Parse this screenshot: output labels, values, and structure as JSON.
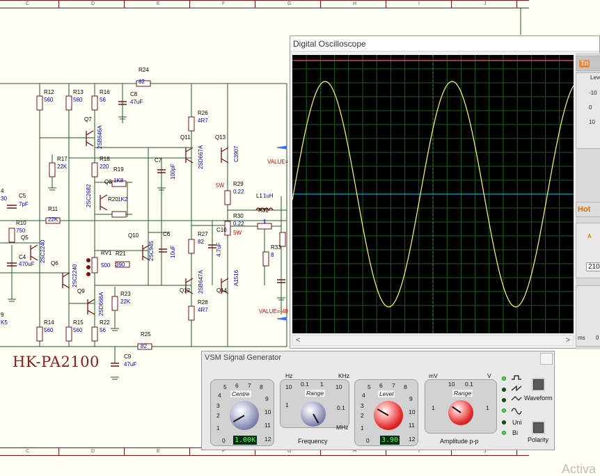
{
  "ruler": {
    "columns": [
      "C",
      "D",
      "E",
      "F",
      "G",
      "H",
      "I",
      "J"
    ]
  },
  "schematic": {
    "brand_label": "HK-PA2100",
    "components": {
      "R12": {
        "ref": "R12",
        "val": "560"
      },
      "R13": {
        "ref": "R13",
        "val": "560"
      },
      "R16": {
        "ref": "R16",
        "val": "56"
      },
      "C8": {
        "ref": "C8",
        "val": "47uF"
      },
      "R24": {
        "ref": "R24",
        "val": "82"
      },
      "Q7": {
        "ref": "Q7",
        "val": "2SB646A"
      },
      "R26": {
        "ref": "R26",
        "val": "4R7"
      },
      "R17": {
        "ref": "R17",
        "val": "22K"
      },
      "R18": {
        "ref": "R18",
        "val": "220"
      },
      "Q11": {
        "ref": "Q11",
        "val": "2SD667A"
      },
      "Q13": {
        "ref": "Q13",
        "val": "C3907"
      },
      "C7": {
        "ref": "C7",
        "val": "100pF"
      },
      "R19": {
        "ref": "R19",
        "val": "1K8"
      },
      "Q8": {
        "ref": "Q8",
        "val": "2SC2682"
      },
      "R29": {
        "ref": "R29",
        "val": "0.22",
        "pw": "5W"
      },
      "R20": {
        "ref": "R20",
        "val": "1K2"
      },
      "L1": {
        "ref": "L1",
        "val": "1uH"
      },
      "C5": {
        "ref": "C5",
        "val": "7pF"
      },
      "R11": {
        "ref": "R11",
        "val": "22K"
      },
      "R31": {
        "ref": "R31",
        "val": "1"
      },
      "R30": {
        "ref": "R30",
        "val": "0.22",
        "pw": "5W"
      },
      "R10": {
        "ref": "R10",
        "val": "750"
      },
      "Q5": {
        "ref": "Q5",
        "val": "2SC2240"
      },
      "C4": {
        "ref": "C4",
        "val": "470uF"
      },
      "Q10": {
        "ref": "Q10",
        "val": "2SC945"
      },
      "C6": {
        "ref": "C6",
        "val": "10uF"
      },
      "R27": {
        "ref": "R27",
        "val": "82"
      },
      "C10": {
        "ref": "C10",
        "val": "4.7uF"
      },
      "R33": {
        "ref": "R33",
        "val": "8"
      },
      "RV1": {
        "ref": "RV1",
        "val": "500"
      },
      "R21": {
        "ref": "R21",
        "val": "390"
      },
      "Q6": {
        "ref": "Q6",
        "val": "2SC2240"
      },
      "Q12": {
        "ref": "Q12",
        "val": "2SB647A"
      },
      "Q14": {
        "ref": "Q14",
        "val": "A1516"
      },
      "Q9": {
        "ref": "Q9",
        "val": "2SD666A"
      },
      "R23": {
        "ref": "R23",
        "val": "22K"
      },
      "R28": {
        "ref": "R28",
        "val": "4R7"
      },
      "R14": {
        "ref": "R14",
        "val": "560"
      },
      "R15": {
        "ref": "R15",
        "val": "560"
      },
      "R22": {
        "ref": "R22",
        "val": "56"
      },
      "R25": {
        "ref": "R25",
        "val": "82"
      },
      "C9": {
        "ref": "C9",
        "val": "47uF"
      }
    },
    "edge_labels": {
      "e4": "4",
      "e30": "30",
      "e9": "9",
      "ek5": "K5"
    },
    "value_plus": "VALUE=",
    "value_minus": "VALUE=-48"
  },
  "oscilloscope": {
    "title": "Digital Oscilloscope",
    "trigger_tab": "Tri",
    "level_label": "Level",
    "level_ticks": [
      "-10",
      "0",
      "10"
    ],
    "hot_label": "Hot",
    "mode_letter": "A",
    "time_value": "210",
    "unit_ms": "ms",
    "unit_s": "0",
    "scroll_left": "<",
    "scroll_right": ">",
    "trace_color": "#ffff66",
    "channel_b_color": "#00d6ff",
    "top_line_color": "#ff4d6d"
  },
  "signal_generator": {
    "title": "VSM Signal Generator",
    "centre": {
      "label": "Centre",
      "lcd": "1.00K",
      "ticks": [
        "2",
        "3",
        "4",
        "5",
        "6",
        "7",
        "8",
        "9",
        "10",
        "11",
        "12",
        "0",
        "1"
      ]
    },
    "range_freq": {
      "label": "Range",
      "unit_left": "Hz",
      "unit_right": "KHz",
      "unit_bottom": "MHz",
      "ticks": [
        "10",
        "0.1",
        "1",
        "10",
        "1",
        "0.1"
      ],
      "caption": "Frequency"
    },
    "level": {
      "label": "Level",
      "lcd": "3.90",
      "ticks": [
        "2",
        "3",
        "4",
        "5",
        "6",
        "7",
        "8",
        "9",
        "10",
        "11",
        "12",
        "0",
        "1"
      ]
    },
    "range_amp": {
      "label": "Range",
      "unit_left": "mV",
      "unit_right": "V",
      "ticks": [
        "10",
        "0.1",
        "1",
        "1"
      ],
      "caption": "Amplitude p-p"
    },
    "waveform_label": "Waveform",
    "polarity_label": "Polarity",
    "uni_label": "Uni",
    "bi_label": "Bi"
  },
  "watermark": "Activa"
}
